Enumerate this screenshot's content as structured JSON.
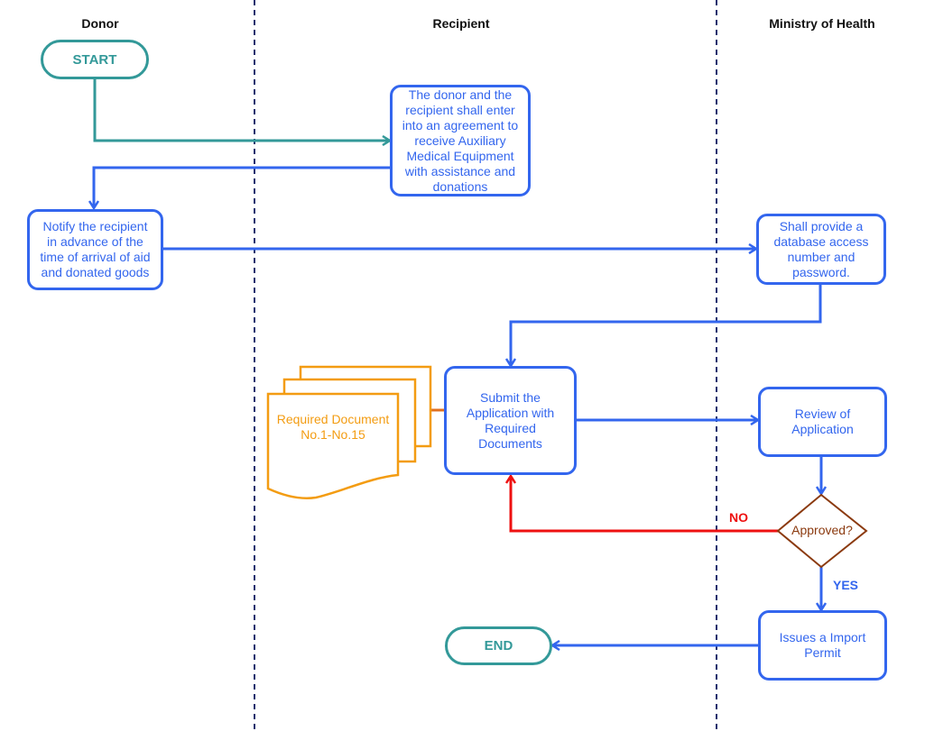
{
  "lanes": [
    {
      "id": "donor",
      "title": "Donor"
    },
    {
      "id": "recipient",
      "title": "Recipient"
    },
    {
      "id": "ministry",
      "title": "Ministry of Health"
    }
  ],
  "colors": {
    "process": "#3366ee",
    "terminal": "#339999",
    "document": "#f39c12",
    "decision": "#8b3a0f",
    "no_path": "#ee1111",
    "lane_divider": "#1a2e6e"
  },
  "nodes": {
    "start": {
      "label": "START",
      "lane": "donor",
      "shape": "terminal"
    },
    "agreement": {
      "label": "The donor and the recipient shall enter into an agreement to receive Auxiliary Medical Equipment with assistance and donations",
      "lane": "recipient",
      "shape": "process"
    },
    "notify": {
      "label": "Notify the recipient in advance of the time of arrival of aid and donated goods",
      "lane": "donor",
      "shape": "process"
    },
    "provide_access": {
      "label": "Shall provide a database access number and password.",
      "lane": "ministry",
      "shape": "process"
    },
    "documents": {
      "label": "Required Document No.1-No.15",
      "lane": "recipient",
      "shape": "multi-document"
    },
    "submit": {
      "label": "Submit the Application with Required Documents",
      "lane": "recipient",
      "shape": "process"
    },
    "review": {
      "label": "Review of Application",
      "lane": "ministry",
      "shape": "process"
    },
    "approved": {
      "label": "Approved?",
      "lane": "ministry",
      "shape": "decision"
    },
    "issue_permit": {
      "label": "Issues a Import Permit",
      "lane": "ministry",
      "shape": "process"
    },
    "end": {
      "label": "END",
      "lane": "recipient",
      "shape": "terminal"
    }
  },
  "edges": [
    {
      "from": "start",
      "to": "agreement",
      "label": ""
    },
    {
      "from": "agreement",
      "to": "notify",
      "label": ""
    },
    {
      "from": "notify",
      "to": "provide_access",
      "label": ""
    },
    {
      "from": "provide_access",
      "to": "submit",
      "label": ""
    },
    {
      "from": "documents",
      "to": "submit",
      "label": ""
    },
    {
      "from": "submit",
      "to": "review",
      "label": ""
    },
    {
      "from": "review",
      "to": "approved",
      "label": ""
    },
    {
      "from": "approved",
      "to": "submit",
      "label": "NO"
    },
    {
      "from": "approved",
      "to": "issue_permit",
      "label": "YES"
    },
    {
      "from": "issue_permit",
      "to": "end",
      "label": ""
    }
  ]
}
